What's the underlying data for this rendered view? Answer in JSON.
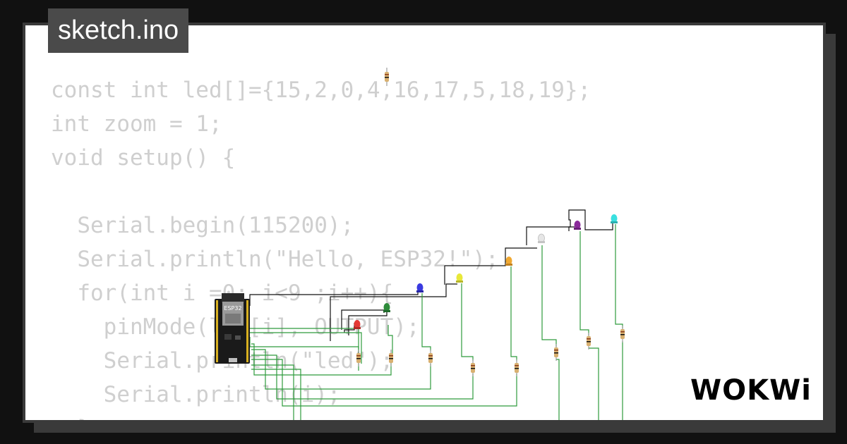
{
  "title": "sketch.ino",
  "code_lines": [
    "const int led[]={15,2,0,4,16,17,5,18,19};",
    "int zoom = 1;",
    "void setup() {",
    "",
    "  Serial.begin(115200);",
    "  Serial.println(\"Hello, ESP32!\");",
    "  for(int i =0; i<9 ;i++){",
    "    pinMode(led[i], OUTPUT);",
    "    Serial.println(\"led\");",
    "    Serial.println(i);",
    "  }"
  ],
  "board_label": "ESP32",
  "logo_text": "WOKWi",
  "colors": {
    "background": "#111111",
    "card": "#ffffff",
    "card_border": "#3a3a3a",
    "code_text": "#cfcfcf",
    "wire_green": "#2e9b3c",
    "wire_black": "#111111"
  },
  "leds": [
    {
      "name": "led-red",
      "color": "#e53935"
    },
    {
      "name": "led-green",
      "color": "#2e8b3a"
    },
    {
      "name": "led-blue",
      "color": "#3a3ae0"
    },
    {
      "name": "led-yellow",
      "color": "#e8e83a"
    },
    {
      "name": "led-orange",
      "color": "#f0a830"
    },
    {
      "name": "led-white",
      "color": "#e6e6e6"
    },
    {
      "name": "led-purple",
      "color": "#8a2a9a"
    },
    {
      "name": "led-cyan",
      "color": "#3ae0e0"
    }
  ]
}
